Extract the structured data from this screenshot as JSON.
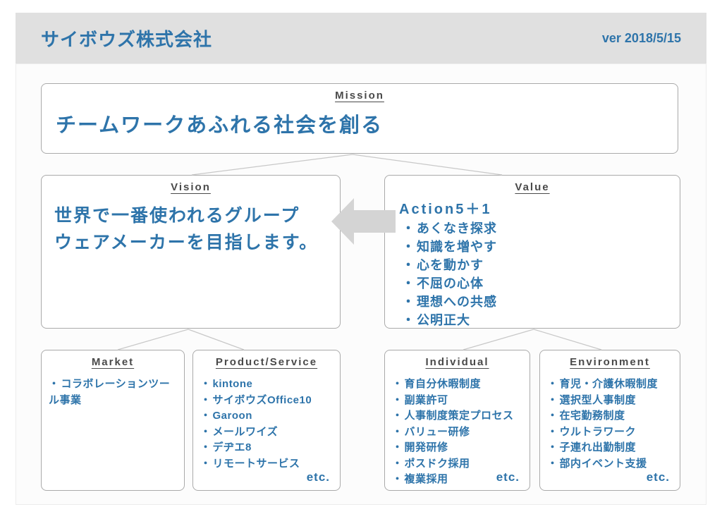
{
  "header": {
    "title": "サイボウズ株式会社",
    "version": "ver 2018/5/15"
  },
  "bullet_glyph": "・",
  "mission": {
    "label": "Mission",
    "text": "チームワークあふれる社会を創る"
  },
  "vision": {
    "label": "Vision",
    "lines": [
      "世界で一番使われるグループ",
      "ウェアメーカーを目指します。"
    ]
  },
  "value": {
    "label": "Value",
    "heading": "Action5＋1",
    "items": [
      "あくなき探求",
      "知識を増やす",
      "心を動かす",
      "不屈の心体",
      "理想への共感",
      "公明正大"
    ]
  },
  "market": {
    "label": "Market",
    "items": [
      "コラボレーションツール事業"
    ]
  },
  "product_service": {
    "label": "Product/Service",
    "items": [
      "kintone",
      "サイボウズOffice10",
      "Garoon",
      "メールワイズ",
      "デヂエ8",
      "リモートサービス"
    ],
    "more": "etc."
  },
  "individual": {
    "label": "Individual",
    "items": [
      "育自分休暇制度",
      "副業許可",
      "人事制度策定プロセス",
      "バリュー研修",
      "開発研修",
      "ポスドク採用",
      "複業採用"
    ],
    "more": "etc."
  },
  "environment": {
    "label": "Environment",
    "items": [
      "育児・介護休暇制度",
      "選択型人事制度",
      "在宅勤務制度",
      "ウルトラワーク",
      "子連れ出勤制度",
      "部内イベント支援"
    ],
    "more": "etc."
  },
  "colors": {
    "accent_blue": "#2e74aa",
    "label_gray": "#4a4a4a",
    "box_border": "#aaaaaa",
    "header_bg": "#e0e0e0",
    "arrow_gray": "#d4d4d4",
    "connector_gray": "#c8c8c8"
  }
}
